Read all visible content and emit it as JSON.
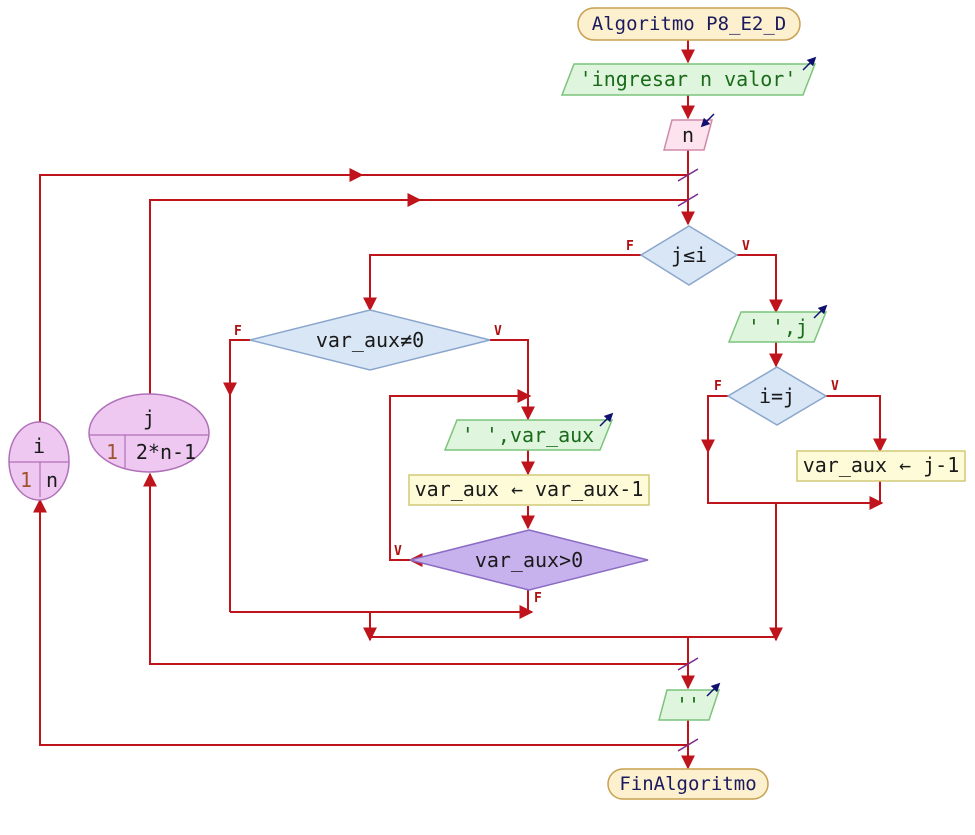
{
  "title": "Algoritmo P8_E2_D",
  "end": "FinAlgoritmo",
  "output_prompt": "'ingresar n valor'",
  "input_var": "n",
  "loop_i": {
    "var": "i",
    "from": "1",
    "to": "n"
  },
  "loop_j": {
    "var": "j",
    "from": "1",
    "to": "2*n-1"
  },
  "cond_j": "j≤i",
  "cond_var_aux_ne": "var_aux≠0",
  "output_space_j": "' ',j",
  "cond_i_eq_j": "i=j",
  "assign_var_aux_j": "var_aux ← j-1",
  "output_space_var_aux": "' ',var_aux",
  "assign_decrement": "var_aux ← var_aux-1",
  "cond_var_aux_gt": "var_aux>0",
  "output_empty": "''",
  "flag_true": "V",
  "flag_false": "F",
  "colors": {
    "terminal_fill": "#fdf0cf",
    "terminal_stroke": "#c8a050",
    "output_fill": "#dff5dd",
    "output_stroke": "#7cc47c",
    "input_fill": "#fde3ee",
    "input_stroke": "#d08aa8",
    "decision_fill": "#d8e6f6",
    "decision_stroke": "#8aa6cc",
    "loopend_fill": "#c8b2ee",
    "loopend_stroke": "#8a6cc4",
    "assign_fill": "#fefcd8",
    "assign_stroke": "#d2c878",
    "for_fill": "#efc8f2",
    "for_stroke": "#b070b8",
    "flow": "#c0141c"
  }
}
